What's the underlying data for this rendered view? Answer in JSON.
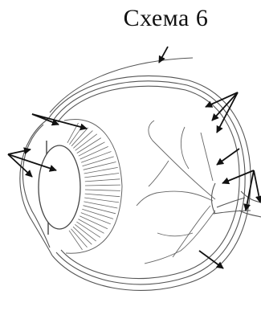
{
  "title": "Схема 6",
  "colors": {
    "line": "#555555",
    "arrow": "#111111",
    "background": "#ffffff",
    "vessel": "#666666"
  },
  "figure": {
    "subject": "eye-cross-section",
    "arrow_count": 13
  }
}
